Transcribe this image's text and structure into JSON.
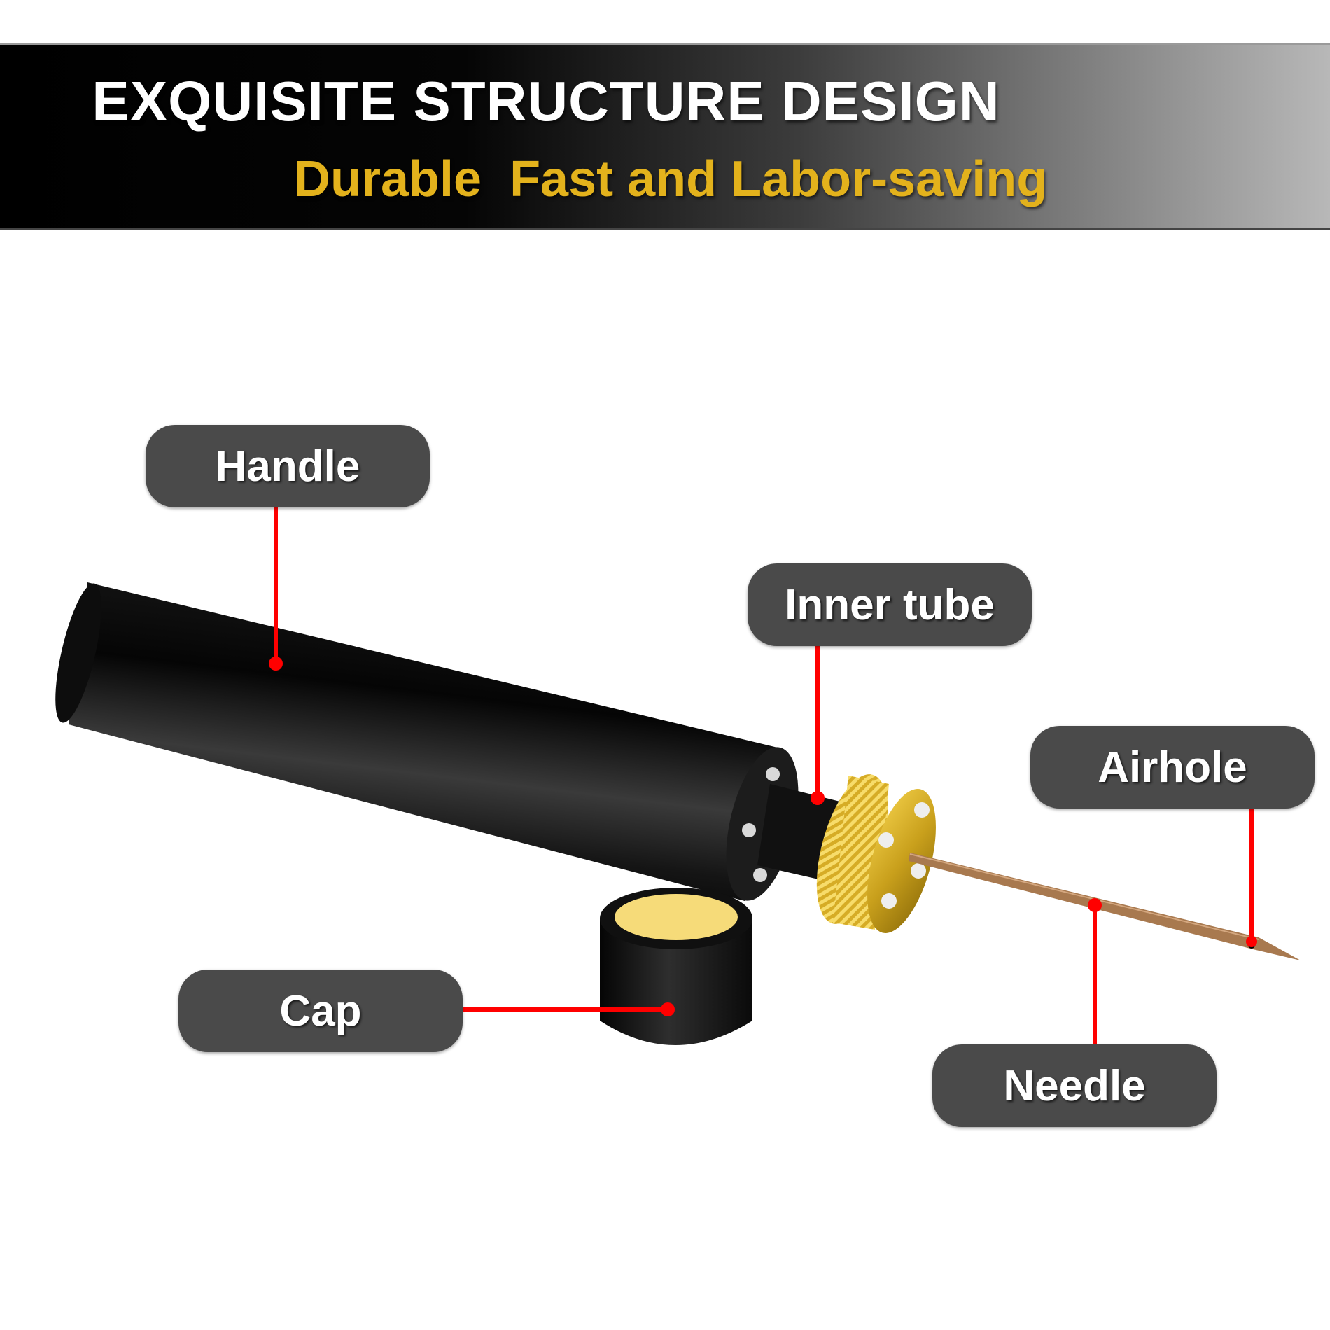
{
  "banner": {
    "title": "EXQUISITE STRUCTURE DESIGN",
    "subtitle": "Durable  Fast and Labor-saving"
  },
  "labels": {
    "handle": "Handle",
    "inner_tube": "Inner tube",
    "airhole": "Airhole",
    "cap": "Cap",
    "needle": "Needle"
  },
  "colors": {
    "label_bg": "#4a4a4a",
    "pointer": "#ff0000",
    "subtitle": "#e3b21c",
    "brass": "#c9a01c"
  }
}
